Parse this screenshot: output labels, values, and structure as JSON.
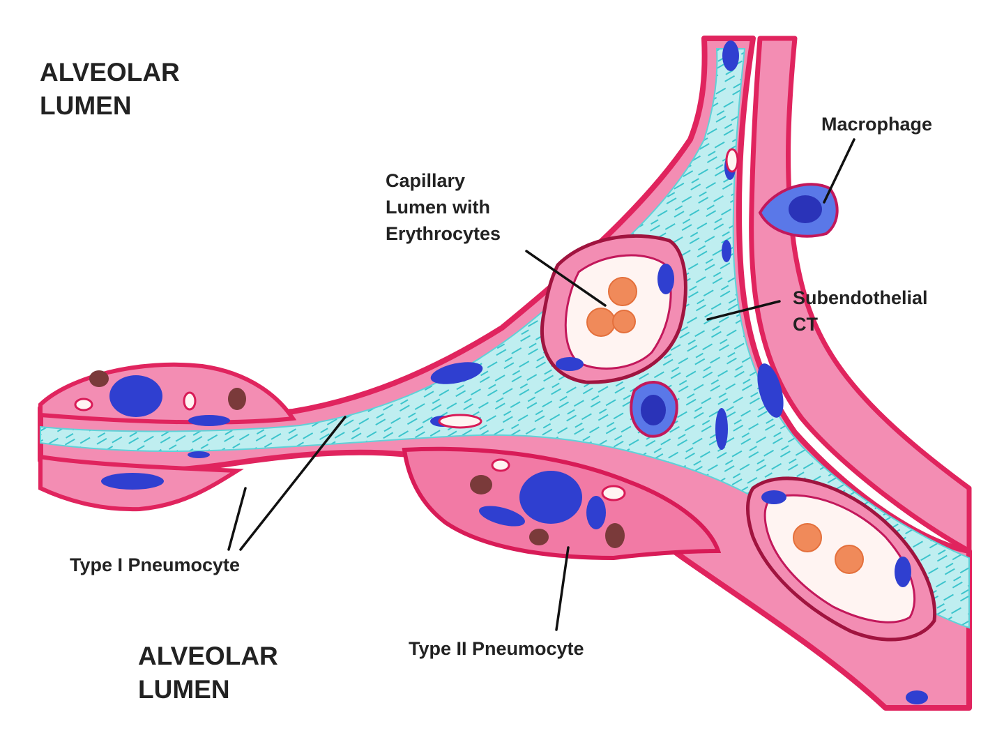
{
  "labels": {
    "alveolar_top_line1": "ALVEOLAR",
    "alveolar_top_line2": "LUMEN",
    "alveolar_bottom_line1": "ALVEOLAR",
    "alveolar_bottom_line2": "LUMEN",
    "macrophage": "Macrophage",
    "capillary_line1": "Capillary",
    "capillary_line2": "Lumen with",
    "capillary_line3": "Erythrocytes",
    "subendothelial_line1": "Subendothelial",
    "subendothelial_line2": "CT",
    "type1": "Type I Pneumocyte",
    "type2": "Type II Pneumocyte"
  },
  "colors": {
    "membrane": "#e0245e",
    "cytoplasm": "#f08ab0",
    "connective_tissue": "#7fd8de",
    "ct_fiber": "#3cc4cc",
    "nucleus": "#2f3fd0",
    "erythrocyte": "#f08a5a",
    "granule": "#7a3a3a",
    "capillary_lumen": "#fff4f2"
  }
}
